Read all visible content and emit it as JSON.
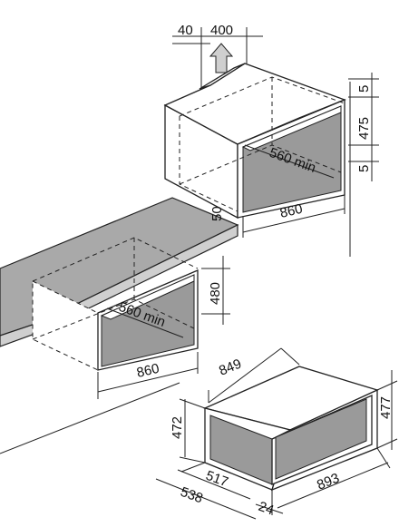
{
  "dimensions": {
    "top_gap": "40",
    "top_vent": "400",
    "upper_gap_top": "5",
    "upper_height": "475",
    "upper_gap_bottom": "5",
    "upper_depth_min": "560 min",
    "upper_width": "860",
    "worktop_thickness": "50",
    "lower_height": "480",
    "lower_depth_min": "560 min",
    "lower_width": "860",
    "appliance_width": "849",
    "appliance_height_body": "472",
    "appliance_height_front": "477",
    "appliance_depth_body": "517",
    "appliance_depth_total": "538",
    "front_thickness": "24",
    "front_width": "893"
  },
  "colors": {
    "cavity": "#9a9a9a",
    "worktop": "#a9a9a9",
    "line": "#222222"
  },
  "icons": [
    "airflow-arrow-up-icon"
  ]
}
